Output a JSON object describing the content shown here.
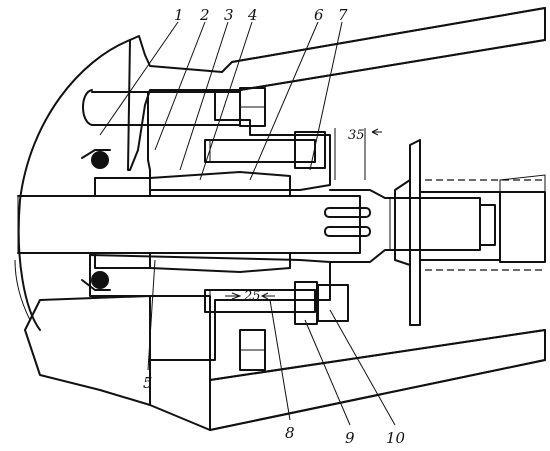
{
  "callouts": [
    {
      "label": "1"
    },
    {
      "label": "2"
    },
    {
      "label": "3"
    },
    {
      "label": "4"
    },
    {
      "label": "6"
    },
    {
      "label": "7"
    },
    {
      "label": "5"
    },
    {
      "label": "8"
    },
    {
      "label": "9"
    },
    {
      "label": "10"
    }
  ],
  "dimensions": {
    "upper": "35",
    "lower": "25"
  },
  "colors": {
    "ink": "#111111",
    "paper": "#ffffff"
  }
}
